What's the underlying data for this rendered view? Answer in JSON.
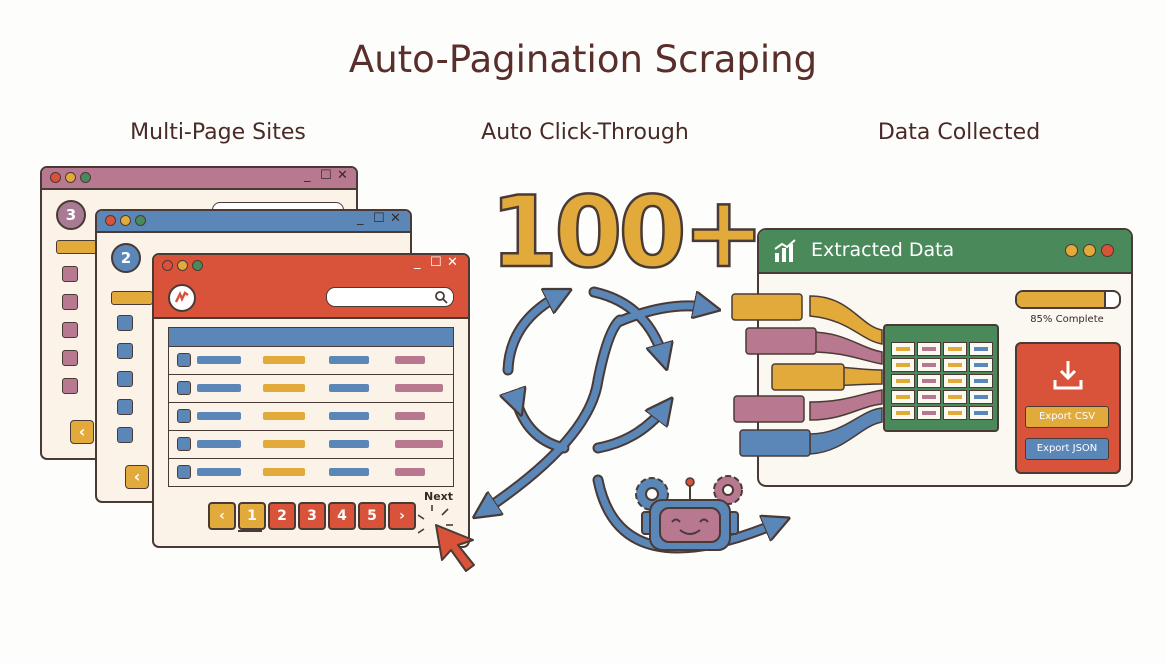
{
  "title": "Auto-Pagination Scraping",
  "columns": {
    "left": "Multi-Page Sites",
    "middle": "Auto Click-Through",
    "right": "Data Collected"
  },
  "windows": {
    "back_badge": "3",
    "mid_badge": "2",
    "window_controls": [
      "_",
      "☐",
      "✕"
    ]
  },
  "pagination": {
    "prev": "‹",
    "pages": [
      "1",
      "2",
      "3",
      "4",
      "5"
    ],
    "next_arrow": "›",
    "next_label": "Next"
  },
  "counter": "100+",
  "extracted": {
    "title": "Extracted Data",
    "progress_label": "85% Complete",
    "progress": 0.85,
    "export_csv": "Export CSV",
    "export_json": "Export JSON"
  },
  "colors": {
    "red": "#d9533a",
    "blue": "#5b86b8",
    "yellow": "#e2a93b",
    "mauve": "#b87990",
    "green": "#4a8a5a",
    "purple": "#a87a94",
    "outline": "#4a3a36"
  },
  "icons": [
    "logo-icon",
    "search-icon",
    "cursor-icon",
    "chart-icon",
    "download-icon",
    "robot-icon",
    "gear-icon",
    "arrow-icon"
  ]
}
